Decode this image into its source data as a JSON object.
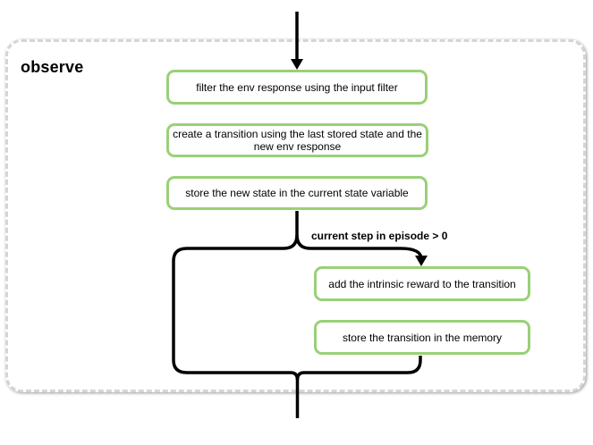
{
  "panel": {
    "title": "observe"
  },
  "flow": {
    "steps": [
      {
        "id": "filter-env-response",
        "label": "filter the env response using the input filter"
      },
      {
        "id": "create-transition",
        "label": "create a transition using the last stored state and the new env response"
      },
      {
        "id": "store-new-state",
        "label": "store the new state in the current state variable"
      },
      {
        "id": "add-intrinsic-reward",
        "label": "add the intrinsic reward to the transition"
      },
      {
        "id": "store-transition",
        "label": "store the transition in the memory"
      }
    ],
    "condition_label": "current step in episode > 0"
  },
  "colors": {
    "page_bg": "#ffffff",
    "panel_bg": "#ffffff",
    "panel_border": "#d5d5d5",
    "box_border": "#9ad077",
    "connector": "#000000",
    "text": "#000000"
  }
}
